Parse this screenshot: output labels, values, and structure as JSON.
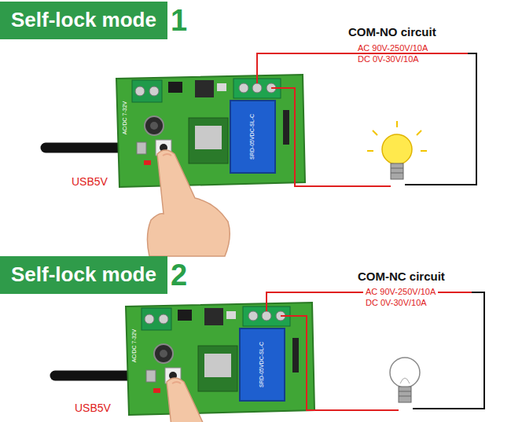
{
  "diagram": {
    "nodes": [
      {
        "text": [
          "Self-lock mode",
          "1"
        ]
      },
      {
        "text": [
          "Self-lock mode",
          "2"
        ]
      }
    ],
    "labels": [
      "COM-NO circuit",
      "AC 90V-250V/10A",
      "DC 0V-30V/10A",
      "USB5V",
      "AC/DC 7-32V",
      "SRD-05VDC-SL-C",
      "COM-NC circuit",
      "AC 90V-250V/10A",
      "DC 0V-30V/10A",
      "USB5V",
      "AC/DC 7-32V",
      "SRD-05VDC-SL-C"
    ]
  }
}
